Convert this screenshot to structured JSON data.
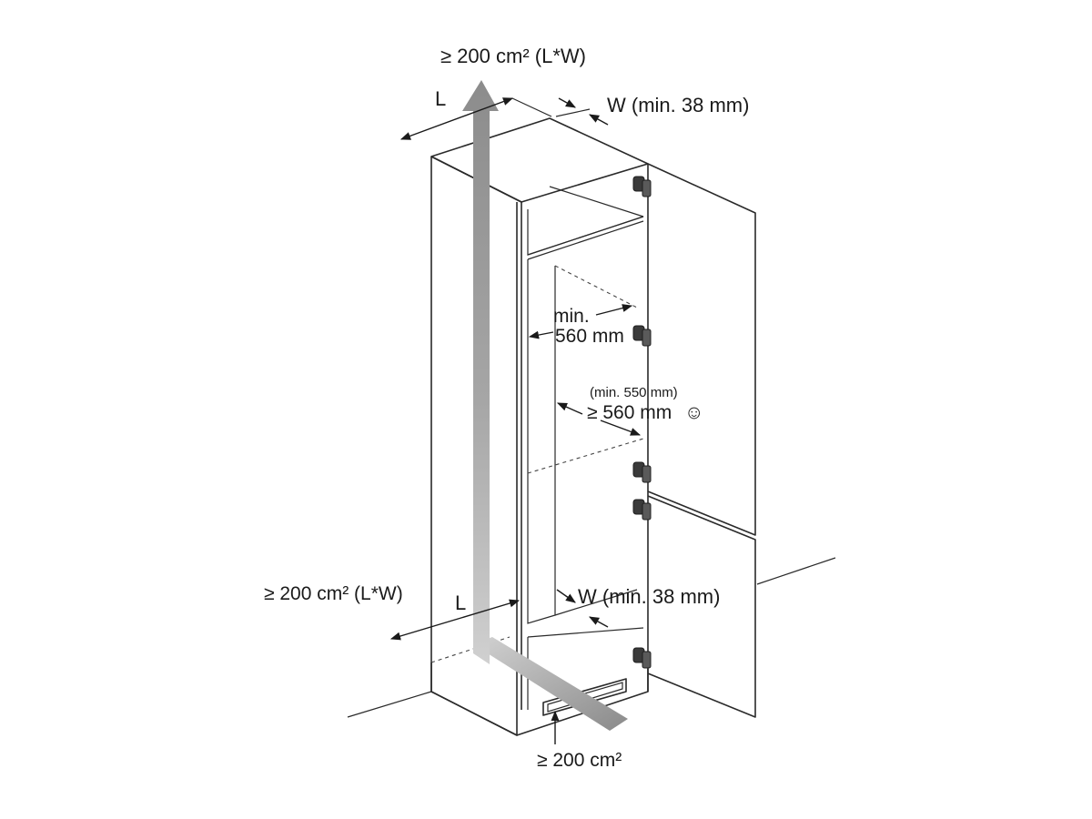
{
  "labels": {
    "top_area": "≥ 200 cm² (L*W)",
    "top_L": "L",
    "top_W": "W (min. 38 mm)",
    "inner_min": "min.",
    "inner_560": "560 mm",
    "depth_min550": "(min. 550 mm)",
    "depth_560": "≥ 560 mm",
    "smiley": "☺",
    "bottom_area": "≥ 200 cm² (L*W)",
    "bottom_L": "L",
    "bottom_W": "W (min. 38 mm)",
    "plinth_area": "≥ 200 cm²"
  },
  "colors": {
    "line": "#2a2a2a",
    "airflow_arrow": "#8c8c8c",
    "airflow_arrow_light": "#c4c4c4",
    "hinge": "#3a3a3a"
  }
}
